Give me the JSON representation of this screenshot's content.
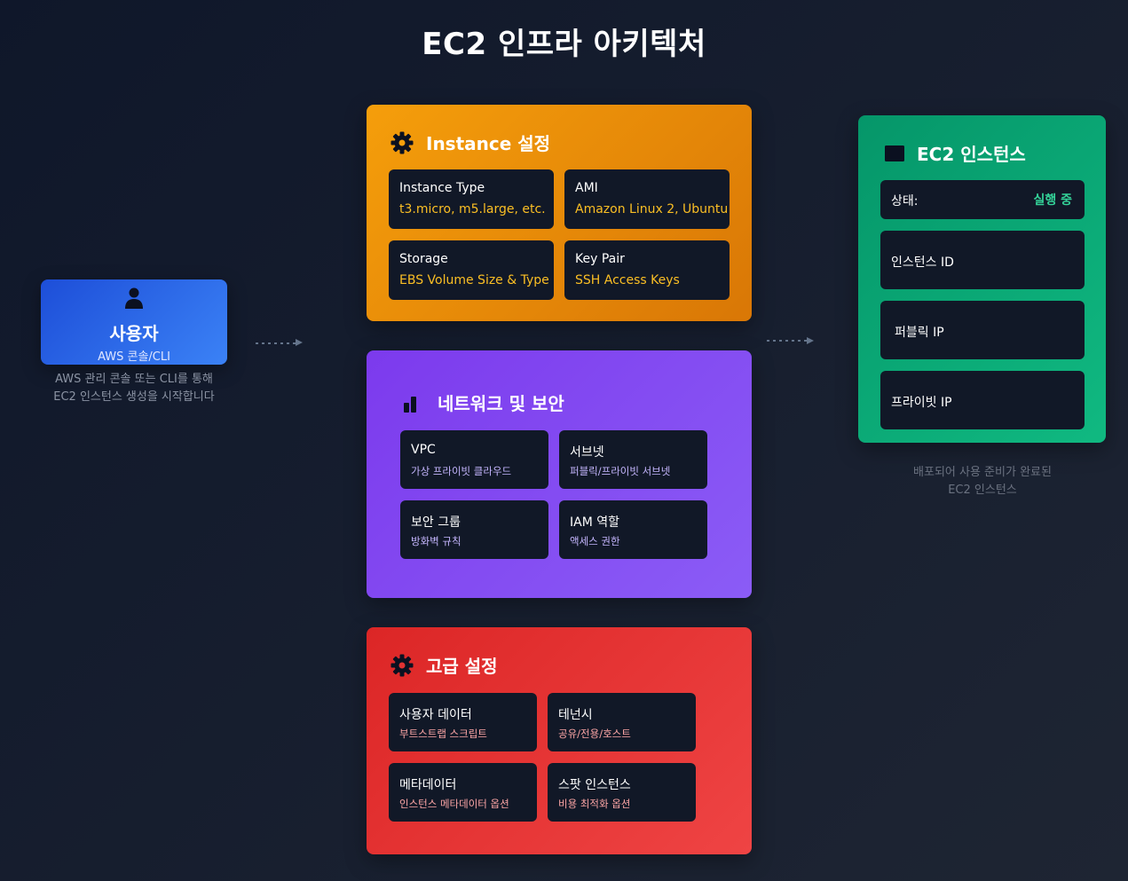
{
  "title": "EC2 인프라 아키텍처",
  "user": {
    "icon": "user-icon",
    "title": "사용자",
    "subtitle": "AWS 콘솔/CLI",
    "description": "AWS 관리 콘솔 또는 CLI를 통해 EC2 인스턴스 생성을 시작합니다"
  },
  "instance_panel": {
    "icon": "gear-icon",
    "title": "Instance 설정",
    "items": [
      {
        "label": "Instance Type",
        "value": "t3.micro, m5.large, etc."
      },
      {
        "label": "AMI",
        "value": "Amazon Linux 2, Ubuntu"
      },
      {
        "label": "Storage",
        "value": "EBS Volume Size & Type"
      },
      {
        "label": "Key Pair",
        "value": "SSH Access Keys"
      }
    ],
    "color": "#f59e0b"
  },
  "network_panel": {
    "icon": "bar-chart-icon",
    "title": "네트워크 및 보안",
    "items": [
      {
        "label": "VPC",
        "value": "가상 프라이빗 클라우드"
      },
      {
        "label": "서브넷",
        "value": "퍼블릭/프라이빗 서브넷"
      },
      {
        "label": "보안 그룹",
        "value": "방화벽 규칙"
      },
      {
        "label": "IAM 역할",
        "value": "액세스 권한"
      }
    ],
    "color": "#8b5cf6"
  },
  "advanced_panel": {
    "icon": "gear-icon",
    "title": "고급 설정",
    "items": [
      {
        "label": "사용자 데이터",
        "value": "부트스트랩 스크립트"
      },
      {
        "label": "테넌시",
        "value": "공유/전용/호스트"
      },
      {
        "label": "메타데이터",
        "value": "인스턴스 메타데이터 옵션"
      },
      {
        "label": "스팟 인스턴스",
        "value": "비용 최적화 옵션"
      }
    ],
    "color": "#ef4444"
  },
  "ec2_panel": {
    "icon": "server-icon",
    "title": "EC2 인스턴스",
    "status_label": "상태:",
    "status_value": "실행 중",
    "rows": [
      "인스턴스 ID",
      "퍼블릭 IP",
      "프라이빗 IP"
    ],
    "description": "배포되어 사용 준비가 완료된 EC2 인스턴스",
    "color": "#10b981"
  }
}
